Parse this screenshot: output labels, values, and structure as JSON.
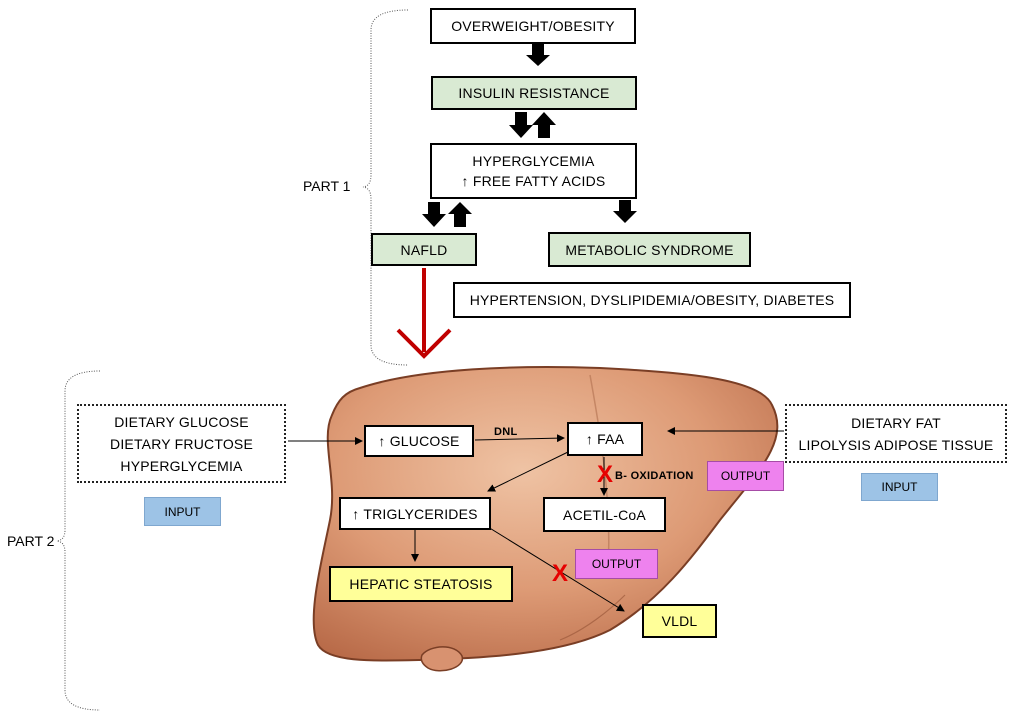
{
  "part1": {
    "label": "PART 1",
    "overweight": "OVERWEIGHT/OBESITY",
    "insulin_resistance": "INSULIN RESISTANCE",
    "hyperglycemia": "HYPERGLYCEMIA",
    "free_fatty_acids": "↑ FREE FATTY ACIDS",
    "nafld": "NAFLD",
    "metabolic_syndrome": "METABOLIC SYNDROME",
    "comorbidities": "HYPERTENSION, DYSLIPIDEMIA/OBESITY, DIABETES"
  },
  "part2": {
    "label": "PART 2",
    "input_left_lines": [
      "DIETARY GLUCOSE",
      "DIETARY FRUCTOSE",
      "HYPERGLYCEMIA"
    ],
    "input_left_tag": "INPUT",
    "input_right_lines": [
      "DIETARY FAT",
      "LIPOLYSIS ADIPOSE TISSUE"
    ],
    "input_right_tag": "INPUT",
    "glucose": "↑ GLUCOSE",
    "dnl": "DNL",
    "faa": "↑ FAA",
    "b_oxidation": "B- OXIDATION",
    "output_1": "OUTPUT",
    "acetil_coa": "ACETIL-CoA",
    "triglycerides": "↑ TRIGLYCERIDES",
    "output_2": "OUTPUT",
    "hepatic_steatosis": "HEPATIC STEATOSIS",
    "vldl": "VLDL",
    "blocked_mark": "X"
  },
  "colors": {
    "green_box": "#d9ead3",
    "yellow_box": "#ffff99",
    "input_tag": "#9dc3e6",
    "output_tag": "#ee82ee",
    "liver": "#dd9a75",
    "red_arrow": "#c00000",
    "blocked_x": "#e60000"
  }
}
